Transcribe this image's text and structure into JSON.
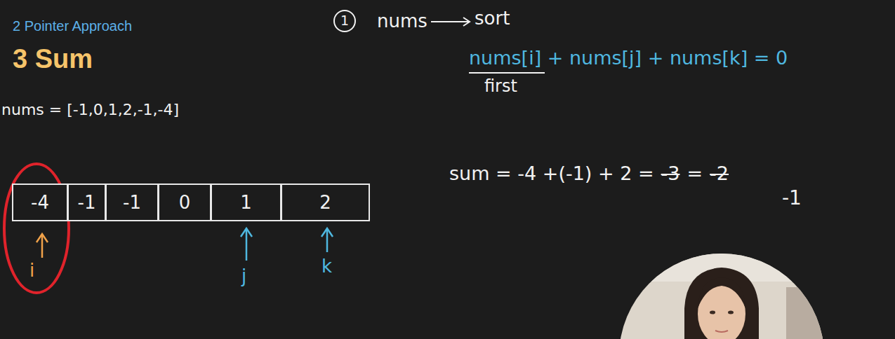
{
  "diagram": {
    "title": "3 Sum",
    "nodes": [
      {
        "text": [
          "-4"
        ]
      },
      {
        "text": [
          "-1"
        ]
      },
      {
        "text": [
          "-1"
        ]
      },
      {
        "text": [
          "0"
        ]
      },
      {
        "text": [
          "1"
        ]
      },
      {
        "text": [
          "2"
        ]
      }
    ],
    "labels": [
      "2 Pointer Approach",
      "nums = [-1,0,1,2,-1,-4]",
      "1",
      "nums",
      "sort",
      "nums[i] + nums[j] + nums[k] = 0",
      "first",
      "sum = -4 +(-1) + 2 =",
      "-3",
      "=",
      "-2",
      "-1",
      "i",
      "j",
      "k"
    ]
  }
}
